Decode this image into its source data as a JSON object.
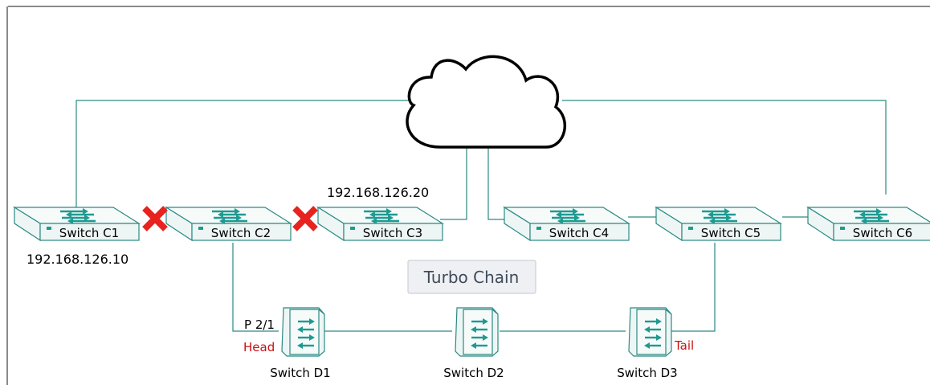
{
  "colors": {
    "line": "#2a8a84",
    "switch_fill": "#eef6f5",
    "switch_top": "#f6fbfa",
    "teal": "#1f9a91",
    "blocked": "#e8231f",
    "cloud_stroke": "#000000",
    "label_red": "#cc1111",
    "box_bg": "#eef0f3",
    "box_border": "#c4c7cc",
    "box_text": "#3f4a5a",
    "frame": "#8a8a8a"
  },
  "core_switches": [
    {
      "id": "c1",
      "label": "Switch C1",
      "icon": "network-switch-icon"
    },
    {
      "id": "c2",
      "label": "Switch C2",
      "icon": "network-switch-icon"
    },
    {
      "id": "c3",
      "label": "Switch C3",
      "icon": "network-switch-icon"
    },
    {
      "id": "c4",
      "label": "Switch C4",
      "icon": "network-switch-icon"
    },
    {
      "id": "c5",
      "label": "Switch C5",
      "icon": "network-switch-icon"
    },
    {
      "id": "c6",
      "label": "Switch C6",
      "icon": "network-switch-icon"
    }
  ],
  "dist_switches": [
    {
      "id": "d1",
      "label": "Switch D1",
      "icon": "industrial-switch-icon"
    },
    {
      "id": "d2",
      "label": "Switch D2",
      "icon": "industrial-switch-icon"
    },
    {
      "id": "d3",
      "label": "Switch D3",
      "icon": "industrial-switch-icon"
    }
  ],
  "ip_labels": {
    "c1": "192.168.126.10",
    "c3": "192.168.126.20"
  },
  "blocked_links": [
    {
      "between": [
        "c1",
        "c2"
      ],
      "icon": "blocked-link-x-icon"
    },
    {
      "between": [
        "c2",
        "c3"
      ],
      "icon": "blocked-link-x-icon"
    }
  ],
  "turbo_chain_label": "Turbo Chain",
  "port_label": "P 2/1",
  "head_label": "Head",
  "tail_label": "Tail",
  "cloud": {
    "icon": "cloud-icon"
  }
}
